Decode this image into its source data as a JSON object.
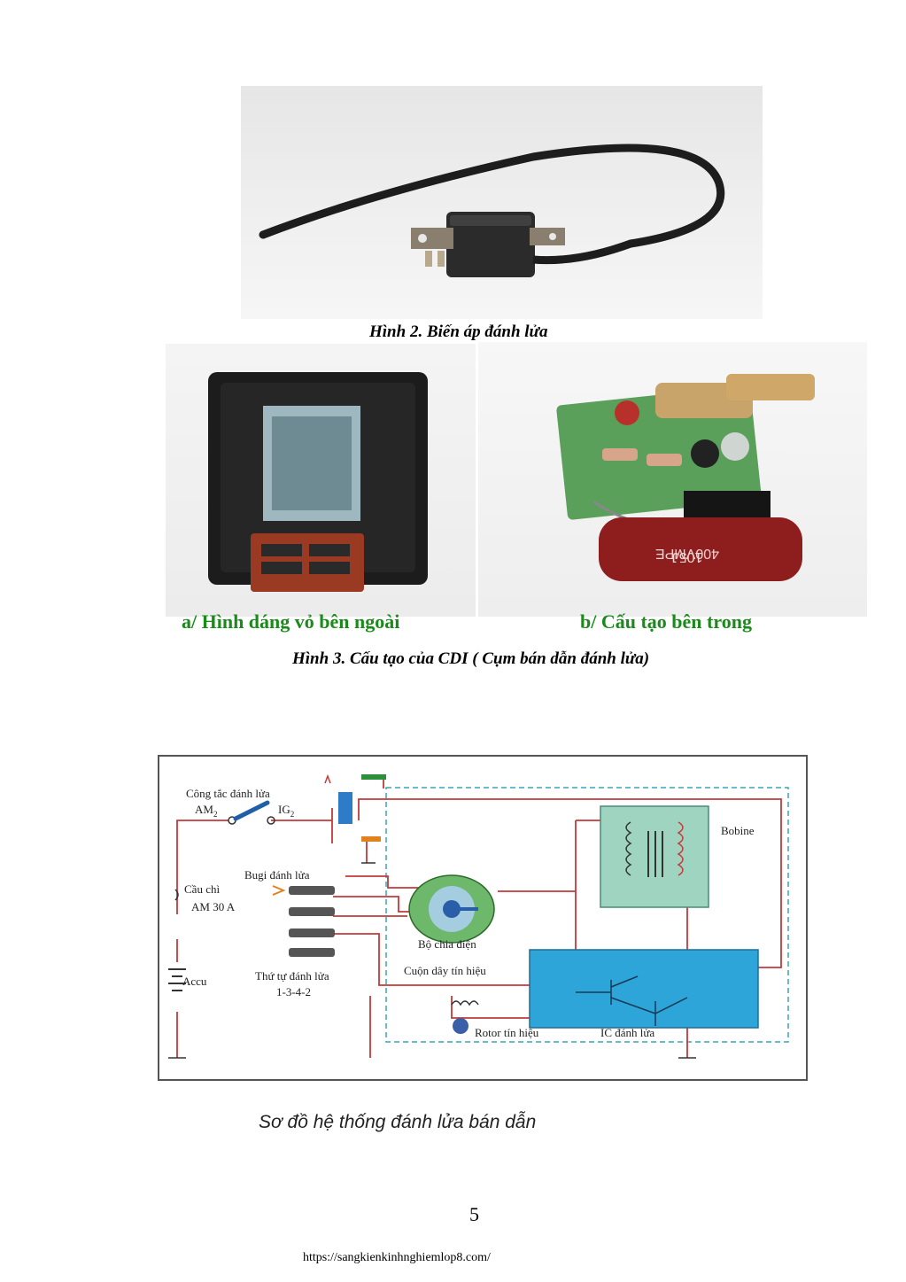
{
  "figure2": {
    "caption": "Hình 2. Biến áp đánh lửa"
  },
  "figure3": {
    "sub_a": "a/ Hình dáng vỏ bên ngoài",
    "sub_b": "b/ Cấu tạo bên trong",
    "caption": "Hình 3. Cấu tạo của CDI ( Cụm bán dẫn đánh lửa)",
    "component_markings": [
      "105J",
      "400VMPE"
    ]
  },
  "diagram": {
    "labels": {
      "ignition_switch": "Công tắc đánh lửa",
      "am2": "AM",
      "am2_sub": "2",
      "ig2": "IG",
      "ig2_sub": "2",
      "spark_plug": "Bugi đánh lửa",
      "fuse_line1": "Cầu chì",
      "fuse_line2": "AM 30 A",
      "distributor": "Bộ chia điện",
      "bobine": "Bobine",
      "signal_coil": "Cuộn dây tín hiệu",
      "firing_order_line1": "Thứ tự đánh lửa",
      "firing_order_line2": "1-3-4-2",
      "battery": "Accu",
      "signal_rotor": "Rotor tín hiệu",
      "ic": "IC đánh lửa"
    },
    "caption": "Sơ đồ hệ thống đánh lửa bán dẫn"
  },
  "page_number": "5",
  "footer_url": "https://sangkienkinhnghiemlop8.com/"
}
